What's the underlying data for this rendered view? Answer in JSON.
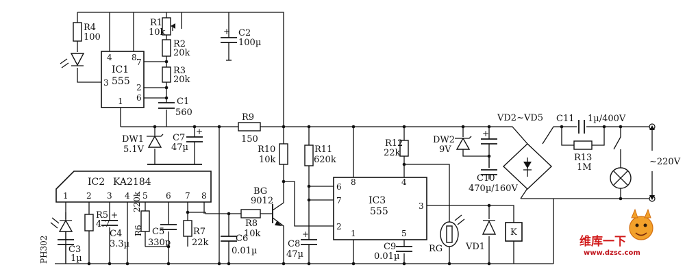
{
  "components": {
    "r4": {
      "name": "R4",
      "value": "100"
    },
    "r1": {
      "name": "R1",
      "value": "10k"
    },
    "r2": {
      "name": "R2",
      "value": "20k"
    },
    "r3": {
      "name": "R3",
      "value": "20k"
    },
    "c2": {
      "name": "C2",
      "value": "100µ"
    },
    "ic1": {
      "name": "IC1",
      "part": "555",
      "pins": [
        "4",
        "8",
        "7",
        "3",
        "2",
        "6",
        "1"
      ]
    },
    "c1": {
      "name": "C1",
      "value": "560"
    },
    "dw1": {
      "name": "DW1",
      "value": "5.1V"
    },
    "c7": {
      "name": "C7",
      "value": "47µ"
    },
    "r9": {
      "name": "R9",
      "value": "150"
    },
    "r10": {
      "name": "R10",
      "value": "10k"
    },
    "r11": {
      "name": "R11",
      "value": "620k"
    },
    "r12": {
      "name": "R12",
      "value": "22k"
    },
    "dw2": {
      "name": "DW2",
      "value": "9V"
    },
    "c10": {
      "name": "C10",
      "value": "470µ/160V"
    },
    "bridge": {
      "name": "VD2~VD5"
    },
    "c11": {
      "name": "C11",
      "value": "1µ/400V"
    },
    "r13": {
      "name": "R13",
      "value": "1M"
    },
    "mains": {
      "value": "~220V"
    },
    "ic2": {
      "name": "IC2",
      "part": "KA2184",
      "pins": [
        "1",
        "2",
        "3",
        "4",
        "5",
        "6",
        "7",
        "8"
      ]
    },
    "ph302": {
      "name": "PH302"
    },
    "c3": {
      "name": "C3",
      "value": "1µ"
    },
    "r5": {
      "name": "R5",
      "value": "4.7"
    },
    "c4": {
      "name": "C4",
      "value": "3.3µ"
    },
    "r6": {
      "name": "R6",
      "value": "220k"
    },
    "c5": {
      "name": "C5",
      "value": "330p"
    },
    "r7": {
      "name": "R7",
      "value": "22k"
    },
    "c6": {
      "name": "C6",
      "value": "0.01µ"
    },
    "r8": {
      "name": "R8",
      "value": "10k"
    },
    "bg": {
      "name": "BG",
      "part": "9012"
    },
    "c8": {
      "name": "C8",
      "value": "47µ"
    },
    "ic3": {
      "name": "IC3",
      "part": "555",
      "pins": [
        "8",
        "4",
        "6",
        "7",
        "3",
        "2",
        "1",
        "5"
      ]
    },
    "c9": {
      "name": "C9",
      "value": "0.01µ"
    },
    "rg": {
      "name": "RG"
    },
    "vd1": {
      "name": "VD1"
    },
    "relay": {
      "name": "K"
    }
  },
  "watermark": {
    "brand": "维库一下",
    "url": "www.dzsc.com"
  }
}
